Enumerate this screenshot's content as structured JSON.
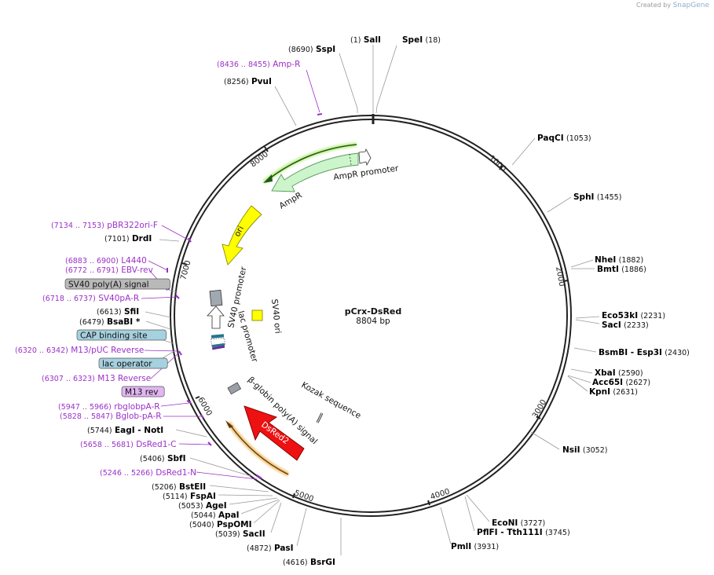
{
  "credit": {
    "prefix": "Created by",
    "brand": "SnapGene"
  },
  "plasmid": {
    "name": "pCrx-DsRed",
    "length_label": "8804 bp",
    "length": 8804
  },
  "colors": {
    "enzyme": "#000000",
    "primer": "#9b30c8",
    "backbone": "#222222"
  },
  "ticks": [
    {
      "label": "1000",
      "pos": 1000
    },
    {
      "label": "2000",
      "pos": 2000
    },
    {
      "label": "3000",
      "pos": 3000
    },
    {
      "label": "4000",
      "pos": 4000
    },
    {
      "label": "5000",
      "pos": 5000
    },
    {
      "label": "6000",
      "pos": 6000
    },
    {
      "label": "7000",
      "pos": 7000
    },
    {
      "label": "8000",
      "pos": 8000
    }
  ],
  "labels": [
    {
      "id": "sali",
      "kind": "enzyme",
      "name": "SalI",
      "num": "(1)",
      "pos": 1
    },
    {
      "id": "spei",
      "kind": "enzyme",
      "name": "SpeI",
      "num": "(18)",
      "pos": 18
    },
    {
      "id": "sspi",
      "kind": "enzyme",
      "name": "SspI",
      "num": "(8690)",
      "pos": 8690
    },
    {
      "id": "ampr-primer",
      "kind": "primer",
      "name": "Amp-R",
      "num": "(8436 .. 8455)",
      "pos": 8445
    },
    {
      "id": "pvui",
      "kind": "enzyme",
      "name": "PvuI",
      "num": "(8256)",
      "pos": 8256
    },
    {
      "id": "paqci",
      "kind": "enzyme",
      "name": "PaqCI",
      "num": "(1053)",
      "pos": 1053
    },
    {
      "id": "sphi",
      "kind": "enzyme",
      "name": "SphI",
      "num": "(1455)",
      "pos": 1455
    },
    {
      "id": "nhei",
      "kind": "enzyme",
      "name": "NheI",
      "num": "(1882)",
      "pos": 1882
    },
    {
      "id": "bmti",
      "kind": "enzyme",
      "name": "BmtI",
      "num": "(1886)",
      "pos": 1886
    },
    {
      "id": "eco53ki",
      "kind": "enzyme",
      "name": "Eco53kI",
      "num": "(2231)",
      "pos": 2231
    },
    {
      "id": "saci",
      "kind": "enzyme",
      "name": "SacI",
      "num": "(2233)",
      "pos": 2233
    },
    {
      "id": "bsmbi",
      "kind": "enzyme",
      "name": "BsmBI - Esp3I",
      "num": "(2430)",
      "pos": 2430
    },
    {
      "id": "xbai",
      "kind": "enzyme",
      "name": "XbaI",
      "num": "(2590)",
      "pos": 2590
    },
    {
      "id": "acc65i",
      "kind": "enzyme",
      "name": "Acc65I",
      "num": "(2627)",
      "pos": 2627
    },
    {
      "id": "kpni",
      "kind": "enzyme",
      "name": "KpnI",
      "num": "(2631)",
      "pos": 2631
    },
    {
      "id": "nsii",
      "kind": "enzyme",
      "name": "NsiI",
      "num": "(3052)",
      "pos": 3052
    },
    {
      "id": "econi",
      "kind": "enzyme",
      "name": "EcoNI",
      "num": "(3727)",
      "pos": 3727
    },
    {
      "id": "pflfi",
      "kind": "enzyme",
      "name": "PflFI - Tth111I",
      "num": "(3745)",
      "pos": 3745
    },
    {
      "id": "pmli",
      "kind": "enzyme",
      "name": "PmlI",
      "num": "(3931)",
      "pos": 3931
    },
    {
      "id": "pasi",
      "kind": "enzyme",
      "name": "PasI",
      "num": "(4872)",
      "pos": 4872
    },
    {
      "id": "bsrgi",
      "kind": "enzyme",
      "name": "BsrGI",
      "num": "(4616)",
      "pos": 4616
    },
    {
      "id": "pbr322ori-f",
      "kind": "primer",
      "name": "pBR322ori-F",
      "num": "(7134 .. 7153)",
      "pos": 7143
    },
    {
      "id": "drdi",
      "kind": "enzyme",
      "name": "DrdI",
      "num": "(7101)",
      "pos": 7101
    },
    {
      "id": "l4440",
      "kind": "primer",
      "name": "L4440",
      "num": "(6883 .. 6900)",
      "pos": 6891
    },
    {
      "id": "ebv-rev",
      "kind": "primer",
      "name": "EBV-rev",
      "num": "(6772 .. 6791)",
      "pos": 6781
    },
    {
      "id": "sv40pa-box",
      "kind": "featurebox",
      "name": "SV40 poly(A) signal",
      "box": "#b9b9b9",
      "pos": 6740
    },
    {
      "id": "sv40pa-r",
      "kind": "primer",
      "name": "SV40pA-R",
      "num": "(6718 .. 6737)",
      "pos": 6727
    },
    {
      "id": "sfii",
      "kind": "enzyme",
      "name": "SfiI",
      "num": "(6613)",
      "pos": 6613
    },
    {
      "id": "bsabi",
      "kind": "enzyme",
      "name": "BsaBI *",
      "num": "(6479)",
      "pos": 6479
    },
    {
      "id": "cap-box",
      "kind": "featurebox",
      "name": "CAP binding site",
      "box": "#a6d1df",
      "pos": 6430
    },
    {
      "id": "m13puc-rev",
      "kind": "primer",
      "name": "M13/pUC Reverse",
      "num": "(6320 .. 6342)",
      "pos": 6331
    },
    {
      "id": "lacop-box",
      "kind": "featurebox",
      "name": "lac operator",
      "box": "#a6d1df",
      "pos": 6360
    },
    {
      "id": "m13-reverse",
      "kind": "primer",
      "name": "M13 Reverse",
      "num": "(6307 .. 6323)",
      "pos": 6315
    },
    {
      "id": "m13rev-box",
      "kind": "featurebox",
      "name": "M13 rev",
      "box": "#e2b5f3",
      "pos": 6310
    },
    {
      "id": "rbglobpa-r",
      "kind": "primer",
      "name": "rbglobpA-R",
      "num": "(5947 .. 5966)",
      "pos": 5956
    },
    {
      "id": "bglob-pa-r",
      "kind": "primer",
      "name": "Bglob-pA-R",
      "num": "(5828 .. 5847)",
      "pos": 5837
    },
    {
      "id": "eagi",
      "kind": "enzyme",
      "name": "EagI - NotI",
      "num": "(5744)",
      "pos": 5744
    },
    {
      "id": "dsred1-c",
      "kind": "primer",
      "name": "DsRed1-C",
      "num": "(5658 .. 5681)",
      "pos": 5669
    },
    {
      "id": "sbfi",
      "kind": "enzyme",
      "name": "SbfI",
      "num": "(5406)",
      "pos": 5406
    },
    {
      "id": "dsred1-n",
      "kind": "primer",
      "name": "DsRed1-N",
      "num": "(5246 .. 5266)",
      "pos": 5256
    },
    {
      "id": "bsteii",
      "kind": "enzyme",
      "name": "BstEII",
      "num": "(5206)",
      "pos": 5206
    },
    {
      "id": "fspai",
      "kind": "enzyme",
      "name": "FspAI",
      "num": "(5114)",
      "pos": 5114
    },
    {
      "id": "agei",
      "kind": "enzyme",
      "name": "AgeI",
      "num": "(5053)",
      "pos": 5053
    },
    {
      "id": "apai",
      "kind": "enzyme",
      "name": "ApaI",
      "num": "(5044)",
      "pos": 5044
    },
    {
      "id": "pspomi",
      "kind": "enzyme",
      "name": "PspOMI",
      "num": "(5040)",
      "pos": 5040
    },
    {
      "id": "sacii",
      "kind": "enzyme",
      "name": "SacII",
      "num": "(5039)",
      "pos": 5039
    }
  ],
  "features": [
    {
      "id": "ampr-promoter",
      "name": "AmpR promoter",
      "color": "#ffffff"
    },
    {
      "id": "ampr",
      "name": "AmpR",
      "color": "#ccf5cc"
    },
    {
      "id": "ori",
      "name": "ori",
      "color": "#ffff00"
    },
    {
      "id": "sv40-promoter",
      "name": "SV40 promoter",
      "color": "#ffffff"
    },
    {
      "id": "sv40-ori",
      "name": "SV40 ori",
      "color": "#ffff00"
    },
    {
      "id": "lac-promoter",
      "name": "lac promoter",
      "color": "#ffffff"
    },
    {
      "id": "bglobin-pa",
      "name": "β-globin poly(A) signal",
      "color": "#a0a0a0"
    },
    {
      "id": "kozak",
      "name": "Kozak sequence",
      "color": "#ffffff"
    },
    {
      "id": "dsred2",
      "name": "DsRed2",
      "color": "#ee1111"
    }
  ]
}
